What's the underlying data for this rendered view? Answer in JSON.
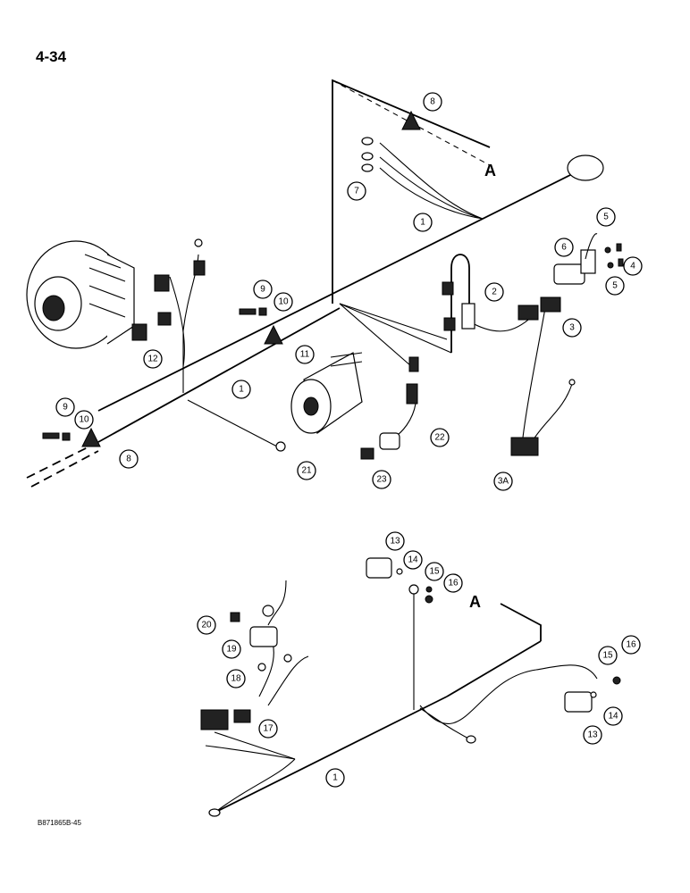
{
  "page_number": "4-34",
  "figure_code": "B871865B-45",
  "reference_labels": [
    "A",
    "A"
  ],
  "callouts": [
    "8",
    "7",
    "1",
    "5",
    "6",
    "4",
    "5",
    "9",
    "10",
    "2",
    "3",
    "12",
    "11",
    "1",
    "9",
    "10",
    "8",
    "21",
    "22",
    "23",
    "3A",
    "13",
    "14",
    "15",
    "16",
    "20",
    "19",
    "18",
    "17",
    "15",
    "16",
    "14",
    "13",
    "1"
  ]
}
